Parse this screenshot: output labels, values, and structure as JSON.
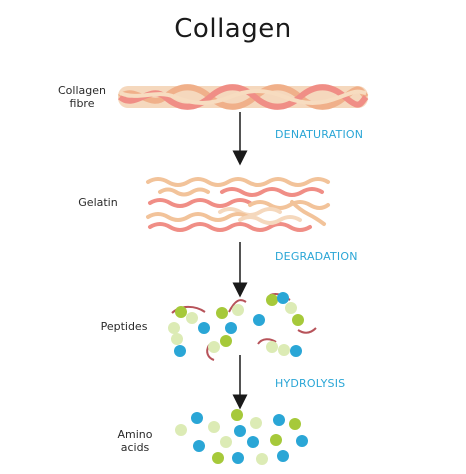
{
  "title": "Collagen",
  "stages": [
    {
      "id": "fibre",
      "label_lines": [
        "Collagen",
        "fibre"
      ]
    },
    {
      "id": "gelatin",
      "label_lines": [
        "Gelatin"
      ]
    },
    {
      "id": "peptides",
      "label_lines": [
        "Peptides"
      ]
    },
    {
      "id": "amino",
      "label_lines": [
        "Amino",
        "acids"
      ]
    }
  ],
  "steps": [
    "DENATURATION",
    "DEGRADATION",
    "HYDROLYSIS"
  ],
  "colors": {
    "strand_light": "#f2c39a",
    "strand_mid": "#f0b08a",
    "strand_pink": "#f08e86",
    "blue": "#2aa6d6",
    "light_green": "#dcebb5",
    "green": "#a6c93a",
    "peptide_link": "#b7535a",
    "arrow": "#1a1a1a",
    "step_text": "#2aa6d6"
  }
}
